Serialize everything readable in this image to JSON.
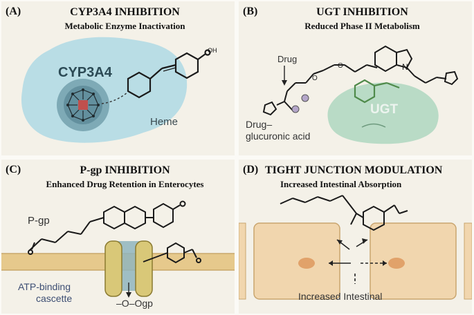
{
  "panels": {
    "a": {
      "letter": "(A)",
      "title": "CYP3A4 INHIBITION",
      "subtitle": "Metabolic Enzyme Inactivation",
      "enzyme_label": "CYP3A4",
      "heme_label": "Heme",
      "oh_label": "OH"
    },
    "b": {
      "letter": "(B)",
      "title": "UGT INHIBITION",
      "subtitle": "Reduced Phase II Metabolism",
      "drug_label": "Drug",
      "n_label": "N",
      "ugt_label": "UGT",
      "product_label_1": "Drug–",
      "product_label_2": "glucuronic acid"
    },
    "c": {
      "letter": "(C)",
      "title": "P-gp INHIBITION",
      "subtitle": "Enhanced Drug Retention in Enterocytes",
      "pgp_label": "P-gp",
      "atp_label_1": "ATP-binding",
      "atp_label_2": "cascette",
      "ogp_label": "–O–Ogp"
    },
    "d": {
      "letter": "(D)",
      "title": "TIGHT JUNCTION MODULATION",
      "subtitle": "Increased Intestinal Absorption",
      "bottom_label": "Increased Intestinal"
    }
  },
  "colors": {
    "panel_bg": "#f4f1e8",
    "enzyme_blob": "#b9dde5",
    "ugt_blob": "#b9dbc6",
    "membrane": "#e6c98c",
    "transporter": "#d9c878",
    "cell": "#f1d6ae",
    "heme_center": "#c0504d"
  }
}
